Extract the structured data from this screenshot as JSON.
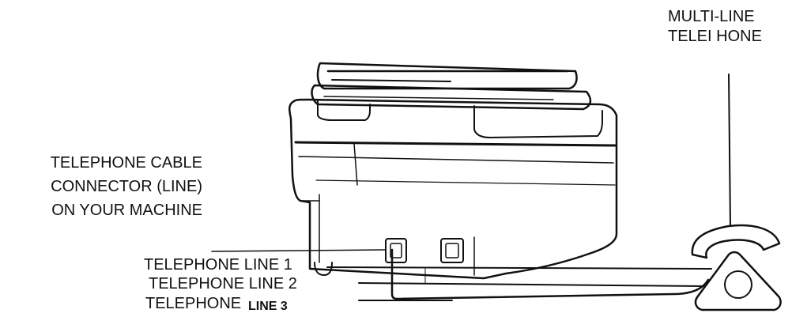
{
  "labels": {
    "phone_title_line1": "MULTI-LINE",
    "phone_title_line2": "TELEI HONE",
    "connector_line1": "TELEPHONE CABLE",
    "connector_line2": "CONNECTOR (LINE)",
    "connector_line3": "ON YOUR MACHINE",
    "line1": "TELEPHONE LINE 1",
    "line2": "TELEPHONE LINE 2",
    "line3_prefix": "TELEPHONE",
    "line3_suffix": "LINE 3"
  },
  "colors": {
    "ink": "#111111",
    "paper": "#ffffff"
  }
}
